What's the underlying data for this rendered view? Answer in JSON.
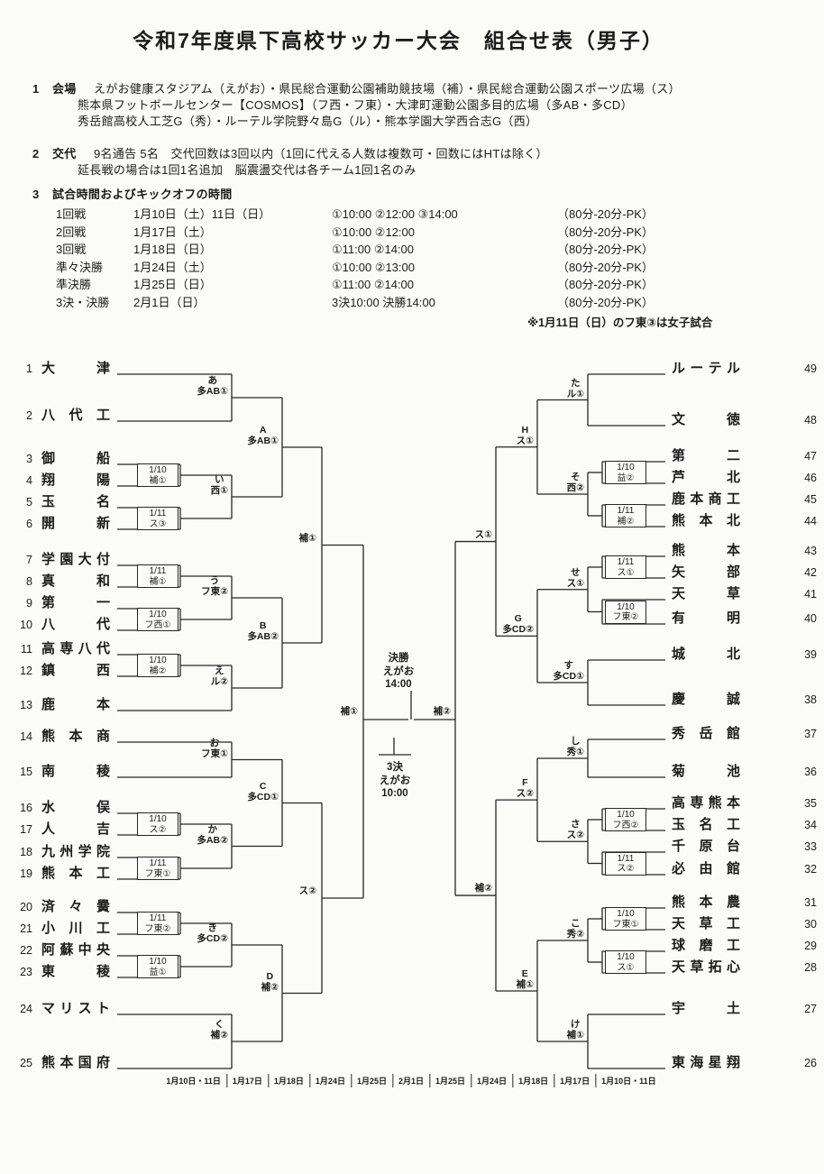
{
  "title": "令和7年度県下高校サッカー大会　組合せ表（男子）",
  "sections": {
    "venues": {
      "num": "1",
      "label": "会場",
      "lines": [
        "えがお健康スタジアム（えがお）・県民総合運動公園補助競技場（補）・県民総合運動公園スポーツ広場（ス）",
        "熊本県フットボールセンター【COSMOS】（フ西・フ東）・大津町運動公園多目的広場（多AB・多CD）",
        "秀岳館高校人工芝G（秀）・ルーテル学院野々島G（ル）・熊本学園大学西合志G（西）"
      ]
    },
    "substitution": {
      "num": "2",
      "label": "交代",
      "lines": [
        "9名通告 5名　交代回数は3回以内（1回に代える人数は複数可・回数にはHTは除く）",
        "延長戦の場合は1回1名追加　脳震盪交代は各チーム1回1名のみ"
      ]
    },
    "times": {
      "num": "3",
      "label": "試合時間およびキックオフの時間"
    }
  },
  "schedule": {
    "rows": [
      {
        "round": "1回戦",
        "date": "1月10日（土）11日（日）",
        "times": "①10:00 ②12:00 ③14:00",
        "duration": "（80分-20分-PK）"
      },
      {
        "round": "2回戦",
        "date": "1月17日（土）",
        "times": "①10:00 ②12:00",
        "duration": "（80分-20分-PK）"
      },
      {
        "round": "3回戦",
        "date": "1月18日（日）",
        "times": "①11:00 ②14:00",
        "duration": "（80分-20分-PK）"
      },
      {
        "round": "準々決勝",
        "date": "1月24日（土）",
        "times": "①10:00 ②13:00",
        "duration": "（80分-20分-PK）"
      },
      {
        "round": "準決勝",
        "date": "1月25日（日）",
        "times": "①11:00 ②14:00",
        "duration": "（80分-20分-PK）"
      },
      {
        "round": "3決・決勝",
        "date": "2月1日（日）",
        "times": "3決10:00 決勝14:00",
        "duration": "（80分-20分-PK）"
      }
    ],
    "note": "※1月11日（日）のフ東③は女子試合"
  },
  "bracket": {
    "left_teams": [
      {
        "no": "1",
        "name": "大津"
      },
      {
        "no": "2",
        "name": "八代工"
      },
      {
        "no": "3",
        "name": "御船"
      },
      {
        "no": "4",
        "name": "翔陽"
      },
      {
        "no": "5",
        "name": "玉名"
      },
      {
        "no": "6",
        "name": "開新"
      },
      {
        "no": "7",
        "name": "学園大付"
      },
      {
        "no": "8",
        "name": "真和"
      },
      {
        "no": "9",
        "name": "第一"
      },
      {
        "no": "10",
        "name": "八代"
      },
      {
        "no": "11",
        "name": "高専八代"
      },
      {
        "no": "12",
        "name": "鎮西"
      },
      {
        "no": "13",
        "name": "鹿本"
      },
      {
        "no": "14",
        "name": "熊本商"
      },
      {
        "no": "15",
        "name": "南稜"
      },
      {
        "no": "16",
        "name": "水俣"
      },
      {
        "no": "17",
        "name": "人吉"
      },
      {
        "no": "18",
        "name": "九州学院"
      },
      {
        "no": "19",
        "name": "熊本工"
      },
      {
        "no": "20",
        "name": "済々黌"
      },
      {
        "no": "21",
        "name": "小川工"
      },
      {
        "no": "22",
        "name": "阿蘇中央"
      },
      {
        "no": "23",
        "name": "東稜"
      },
      {
        "no": "24",
        "name": "マリスト"
      },
      {
        "no": "25",
        "name": "熊本国府"
      }
    ],
    "right_teams": [
      {
        "no": "49",
        "name": "ルーテル"
      },
      {
        "no": "48",
        "name": "文徳"
      },
      {
        "no": "47",
        "name": "第二"
      },
      {
        "no": "46",
        "name": "芦北"
      },
      {
        "no": "45",
        "name": "鹿本商工"
      },
      {
        "no": "44",
        "name": "熊本北"
      },
      {
        "no": "43",
        "name": "熊本"
      },
      {
        "no": "42",
        "name": "矢部"
      },
      {
        "no": "41",
        "name": "天草"
      },
      {
        "no": "40",
        "name": "有明"
      },
      {
        "no": "39",
        "name": "城北"
      },
      {
        "no": "38",
        "name": "慶誠"
      },
      {
        "no": "37",
        "name": "秀岳館"
      },
      {
        "no": "36",
        "name": "菊池"
      },
      {
        "no": "35",
        "name": "高専熊本"
      },
      {
        "no": "34",
        "name": "玉名工"
      },
      {
        "no": "33",
        "name": "千原台"
      },
      {
        "no": "32",
        "name": "必由館"
      },
      {
        "no": "31",
        "name": "熊本農"
      },
      {
        "no": "30",
        "name": "天草工"
      },
      {
        "no": "29",
        "name": "球磨工"
      },
      {
        "no": "28",
        "name": "天草拓心"
      },
      {
        "no": "27",
        "name": "宇土"
      },
      {
        "no": "26",
        "name": "東海星翔"
      }
    ],
    "left_r1_boxes": [
      {
        "date": "1/10",
        "venue": "補①"
      },
      {
        "date": "1/11",
        "venue": "ス③"
      },
      {
        "date": "1/11",
        "venue": "補①"
      },
      {
        "date": "1/10",
        "venue": "フ西①"
      },
      {
        "date": "1/10",
        "venue": "補②"
      },
      {
        "date": "1/10",
        "venue": "ス②"
      },
      {
        "date": "1/11",
        "venue": "フ東①"
      },
      {
        "date": "1/11",
        "venue": "フ東②"
      },
      {
        "date": "1/10",
        "venue": "益①"
      }
    ],
    "right_r1_boxes": [
      {
        "date": "1/10",
        "venue": "益②"
      },
      {
        "date": "1/11",
        "venue": "補②"
      },
      {
        "date": "1/11",
        "venue": "ス①"
      },
      {
        "date": "1/10",
        "venue": "フ東②"
      },
      {
        "date": "1/10",
        "venue": "フ西②"
      },
      {
        "date": "1/11",
        "venue": "ス②"
      },
      {
        "date": "1/10",
        "venue": "フ東①"
      },
      {
        "date": "1/10",
        "venue": "ス①"
      }
    ],
    "left_labels": [
      {
        "letter": "あ",
        "venue": "多AB①"
      },
      {
        "letter": "い",
        "venue": "西①"
      },
      {
        "letter": "う",
        "venue": "フ東②"
      },
      {
        "letter": "え",
        "venue": "ル②"
      },
      {
        "letter": "お",
        "venue": "フ東①"
      },
      {
        "letter": "か",
        "venue": "多AB②"
      },
      {
        "letter": "き",
        "venue": "多CD②"
      },
      {
        "letter": "く",
        "venue": "補②"
      },
      {
        "letter": "A",
        "venue": "多AB①"
      },
      {
        "letter": "B",
        "venue": "多AB②"
      },
      {
        "letter": "C",
        "venue": "多CD①"
      },
      {
        "letter": "D",
        "venue": "補②"
      },
      {
        "letter": "",
        "venue": "補①"
      },
      {
        "letter": "",
        "venue": "ス②"
      },
      {
        "letter": "",
        "venue": "補①"
      }
    ],
    "right_labels": [
      {
        "letter": "た",
        "venue": "ル①"
      },
      {
        "letter": "そ",
        "venue": "西②"
      },
      {
        "letter": "せ",
        "venue": "ス①"
      },
      {
        "letter": "す",
        "venue": "多CD①"
      },
      {
        "letter": "し",
        "venue": "秀①"
      },
      {
        "letter": "さ",
        "venue": "ス②"
      },
      {
        "letter": "こ",
        "venue": "秀②"
      },
      {
        "letter": "け",
        "venue": "補①"
      },
      {
        "letter": "H",
        "venue": "ス①"
      },
      {
        "letter": "G",
        "venue": "多CD②"
      },
      {
        "letter": "F",
        "venue": "ス②"
      },
      {
        "letter": "E",
        "venue": "補①"
      },
      {
        "letter": "",
        "venue": "ス①"
      },
      {
        "letter": "",
        "venue": "補②"
      },
      {
        "letter": "",
        "venue": "補②"
      }
    ],
    "final": {
      "label": "決勝",
      "venue": "えがお",
      "time": "14:00"
    },
    "third": {
      "label": "3決",
      "venue": "えがお",
      "time": "10:00"
    }
  },
  "footer_dates": [
    "1月10日・11日",
    "1月17日",
    "1月18日",
    "1月24日",
    "1月25日",
    "2月1日",
    "1月25日",
    "1月24日",
    "1月18日",
    "1月17日",
    "1月10日・11日"
  ]
}
